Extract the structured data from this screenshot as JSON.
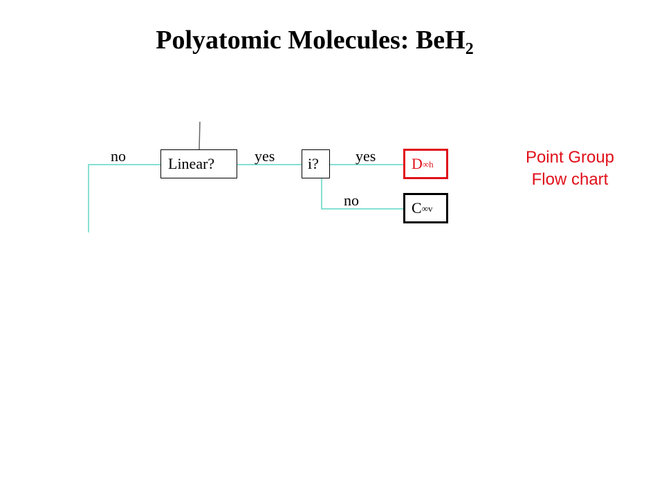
{
  "title": {
    "main": "Polyatomic Molecules:  BeH",
    "subscript": "2"
  },
  "flowchart": {
    "linear_question": "Linear?",
    "inversion_question": "i?",
    "label_no_left": "no",
    "label_yes_linear": "yes",
    "label_yes_inversion": "yes",
    "label_no_inversion": "no",
    "result_dinfh": {
      "letter": "D",
      "subscript": "∞h"
    },
    "result_cinfv": {
      "letter": "C",
      "subscript": "∞v"
    }
  },
  "side_note": {
    "line1": "Point Group",
    "line2": "Flow chart"
  },
  "colors": {
    "connector": "#5fd6c4",
    "accent_red": "#e0101a",
    "text": "#000000"
  }
}
